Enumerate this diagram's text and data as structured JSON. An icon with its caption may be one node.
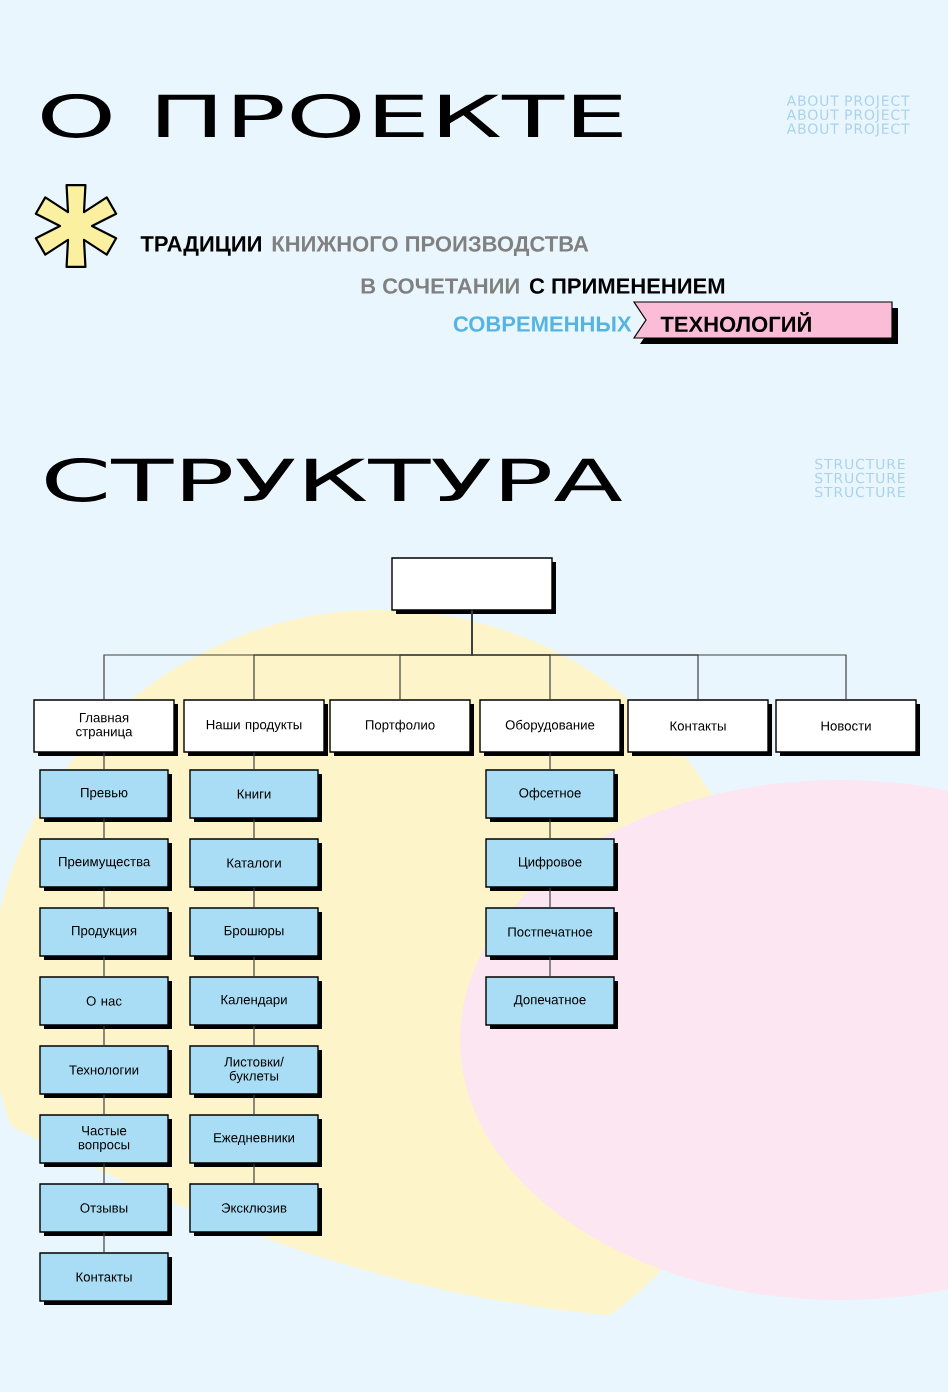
{
  "diagram": {
    "nodes": [
      {
        "text": [],
        "shape": "box"
      },
      {
        "text": [
          "Главная страница"
        ]
      },
      {
        "text": [
          "Наши продукты"
        ]
      },
      {
        "text": [
          "Портфолио"
        ]
      },
      {
        "text": [
          "Оборудование"
        ]
      },
      {
        "text": [
          "Контакты"
        ]
      },
      {
        "text": [
          "Новости"
        ]
      },
      {
        "text": [
          "Превью"
        ]
      },
      {
        "text": [
          "Преимущества"
        ]
      },
      {
        "text": [
          "Продукция"
        ]
      },
      {
        "text": [
          "О нас"
        ]
      },
      {
        "text": [
          "Технологии"
        ]
      },
      {
        "text": [
          "Частые вопросы"
        ]
      },
      {
        "text": [
          "Отзывы"
        ]
      },
      {
        "text": [
          "Контакты"
        ]
      },
      {
        "text": [
          "Книги"
        ]
      },
      {
        "text": [
          "Каталоги"
        ]
      },
      {
        "text": [
          "Брошюры"
        ]
      },
      {
        "text": [
          "Календари"
        ]
      },
      {
        "text": [
          "Листовки/ буклеты"
        ]
      },
      {
        "text": [
          "Ежедневники"
        ]
      },
      {
        "text": [
          "Эксклюзив"
        ]
      },
      {
        "text": [
          "Офсетное"
        ]
      },
      {
        "text": [
          "Цифровое"
        ]
      },
      {
        "text": [
          "Постпечатное"
        ]
      },
      {
        "text": [
          "Допечатное"
        ]
      }
    ],
    "edges": [
      {
        "from": 0,
        "to": 1,
        "arrow": "none"
      },
      {
        "from": 0,
        "to": 2,
        "arrow": "none"
      },
      {
        "from": 0,
        "to": 3,
        "arrow": "none"
      },
      {
        "from": 0,
        "to": 4,
        "arrow": "none"
      },
      {
        "from": 0,
        "to": 5,
        "arrow": "none"
      },
      {
        "from": 0,
        "to": 6,
        "arrow": "none"
      },
      {
        "from": 1,
        "to": 7,
        "arrow": "none"
      },
      {
        "from": 7,
        "to": 8,
        "arrow": "none"
      },
      {
        "from": 8,
        "to": 9,
        "arrow": "none"
      },
      {
        "from": 9,
        "to": 10,
        "arrow": "none"
      },
      {
        "from": 10,
        "to": 11,
        "arrow": "none"
      },
      {
        "from": 11,
        "to": 12,
        "arrow": "none"
      },
      {
        "from": 12,
        "to": 13,
        "arrow": "none"
      },
      {
        "from": 13,
        "to": 14,
        "arrow": "none"
      },
      {
        "from": 2,
        "to": 15,
        "arrow": "none"
      },
      {
        "from": 15,
        "to": 16,
        "arrow": "none"
      },
      {
        "from": 16,
        "to": 17,
        "arrow": "none"
      },
      {
        "from": 17,
        "to": 18,
        "arrow": "none"
      },
      {
        "from": 18,
        "to": 19,
        "arrow": "none"
      },
      {
        "from": 19,
        "to": 20,
        "arrow": "none"
      },
      {
        "from": 20,
        "to": 21,
        "arrow": "none"
      },
      {
        "from": 4,
        "to": 22,
        "arrow": "none"
      },
      {
        "from": 22,
        "to": 23,
        "arrow": "none"
      },
      {
        "from": 23,
        "to": 24,
        "arrow": "none"
      },
      {
        "from": 24,
        "to": 25,
        "arrow": "none"
      }
    ],
    "labels": [
      "О ПРОЕКТЕ",
      "ABOUT PROJECT",
      "ABOUT PROJECT",
      "ABOUT PROJECT",
      "ТРАДИЦИИ",
      "КНИЖНОГО ПРОИЗВОДСТВА",
      "В СОЧЕТАНИИ",
      "С ПРИМЕНЕНИЕМ",
      "СОВРЕМЕННЫХ",
      "ТЕХНОЛОГИЙ",
      "СТРУКТУРА",
      "STRUCTURE",
      "STRUCTURE",
      "STRUCTURE"
    ]
  }
}
